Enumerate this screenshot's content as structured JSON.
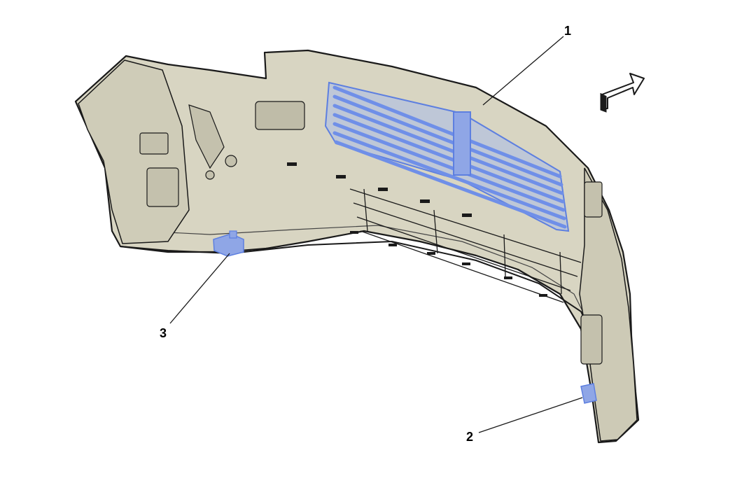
{
  "colors": {
    "part_fill": "#d8d5c2",
    "part_shade": "#bfbca8",
    "outline": "#1a1a1a",
    "highlight": "#8fa6e6",
    "highlight_stroke": "#5d7fe0",
    "background": "#ffffff"
  },
  "callouts": [
    {
      "id": "shutter",
      "label": "1"
    },
    {
      "id": "right-bracket",
      "label": "2"
    },
    {
      "id": "left-bracket",
      "label": "3"
    }
  ],
  "icons": {
    "direction": "direction-arrow-icon"
  }
}
